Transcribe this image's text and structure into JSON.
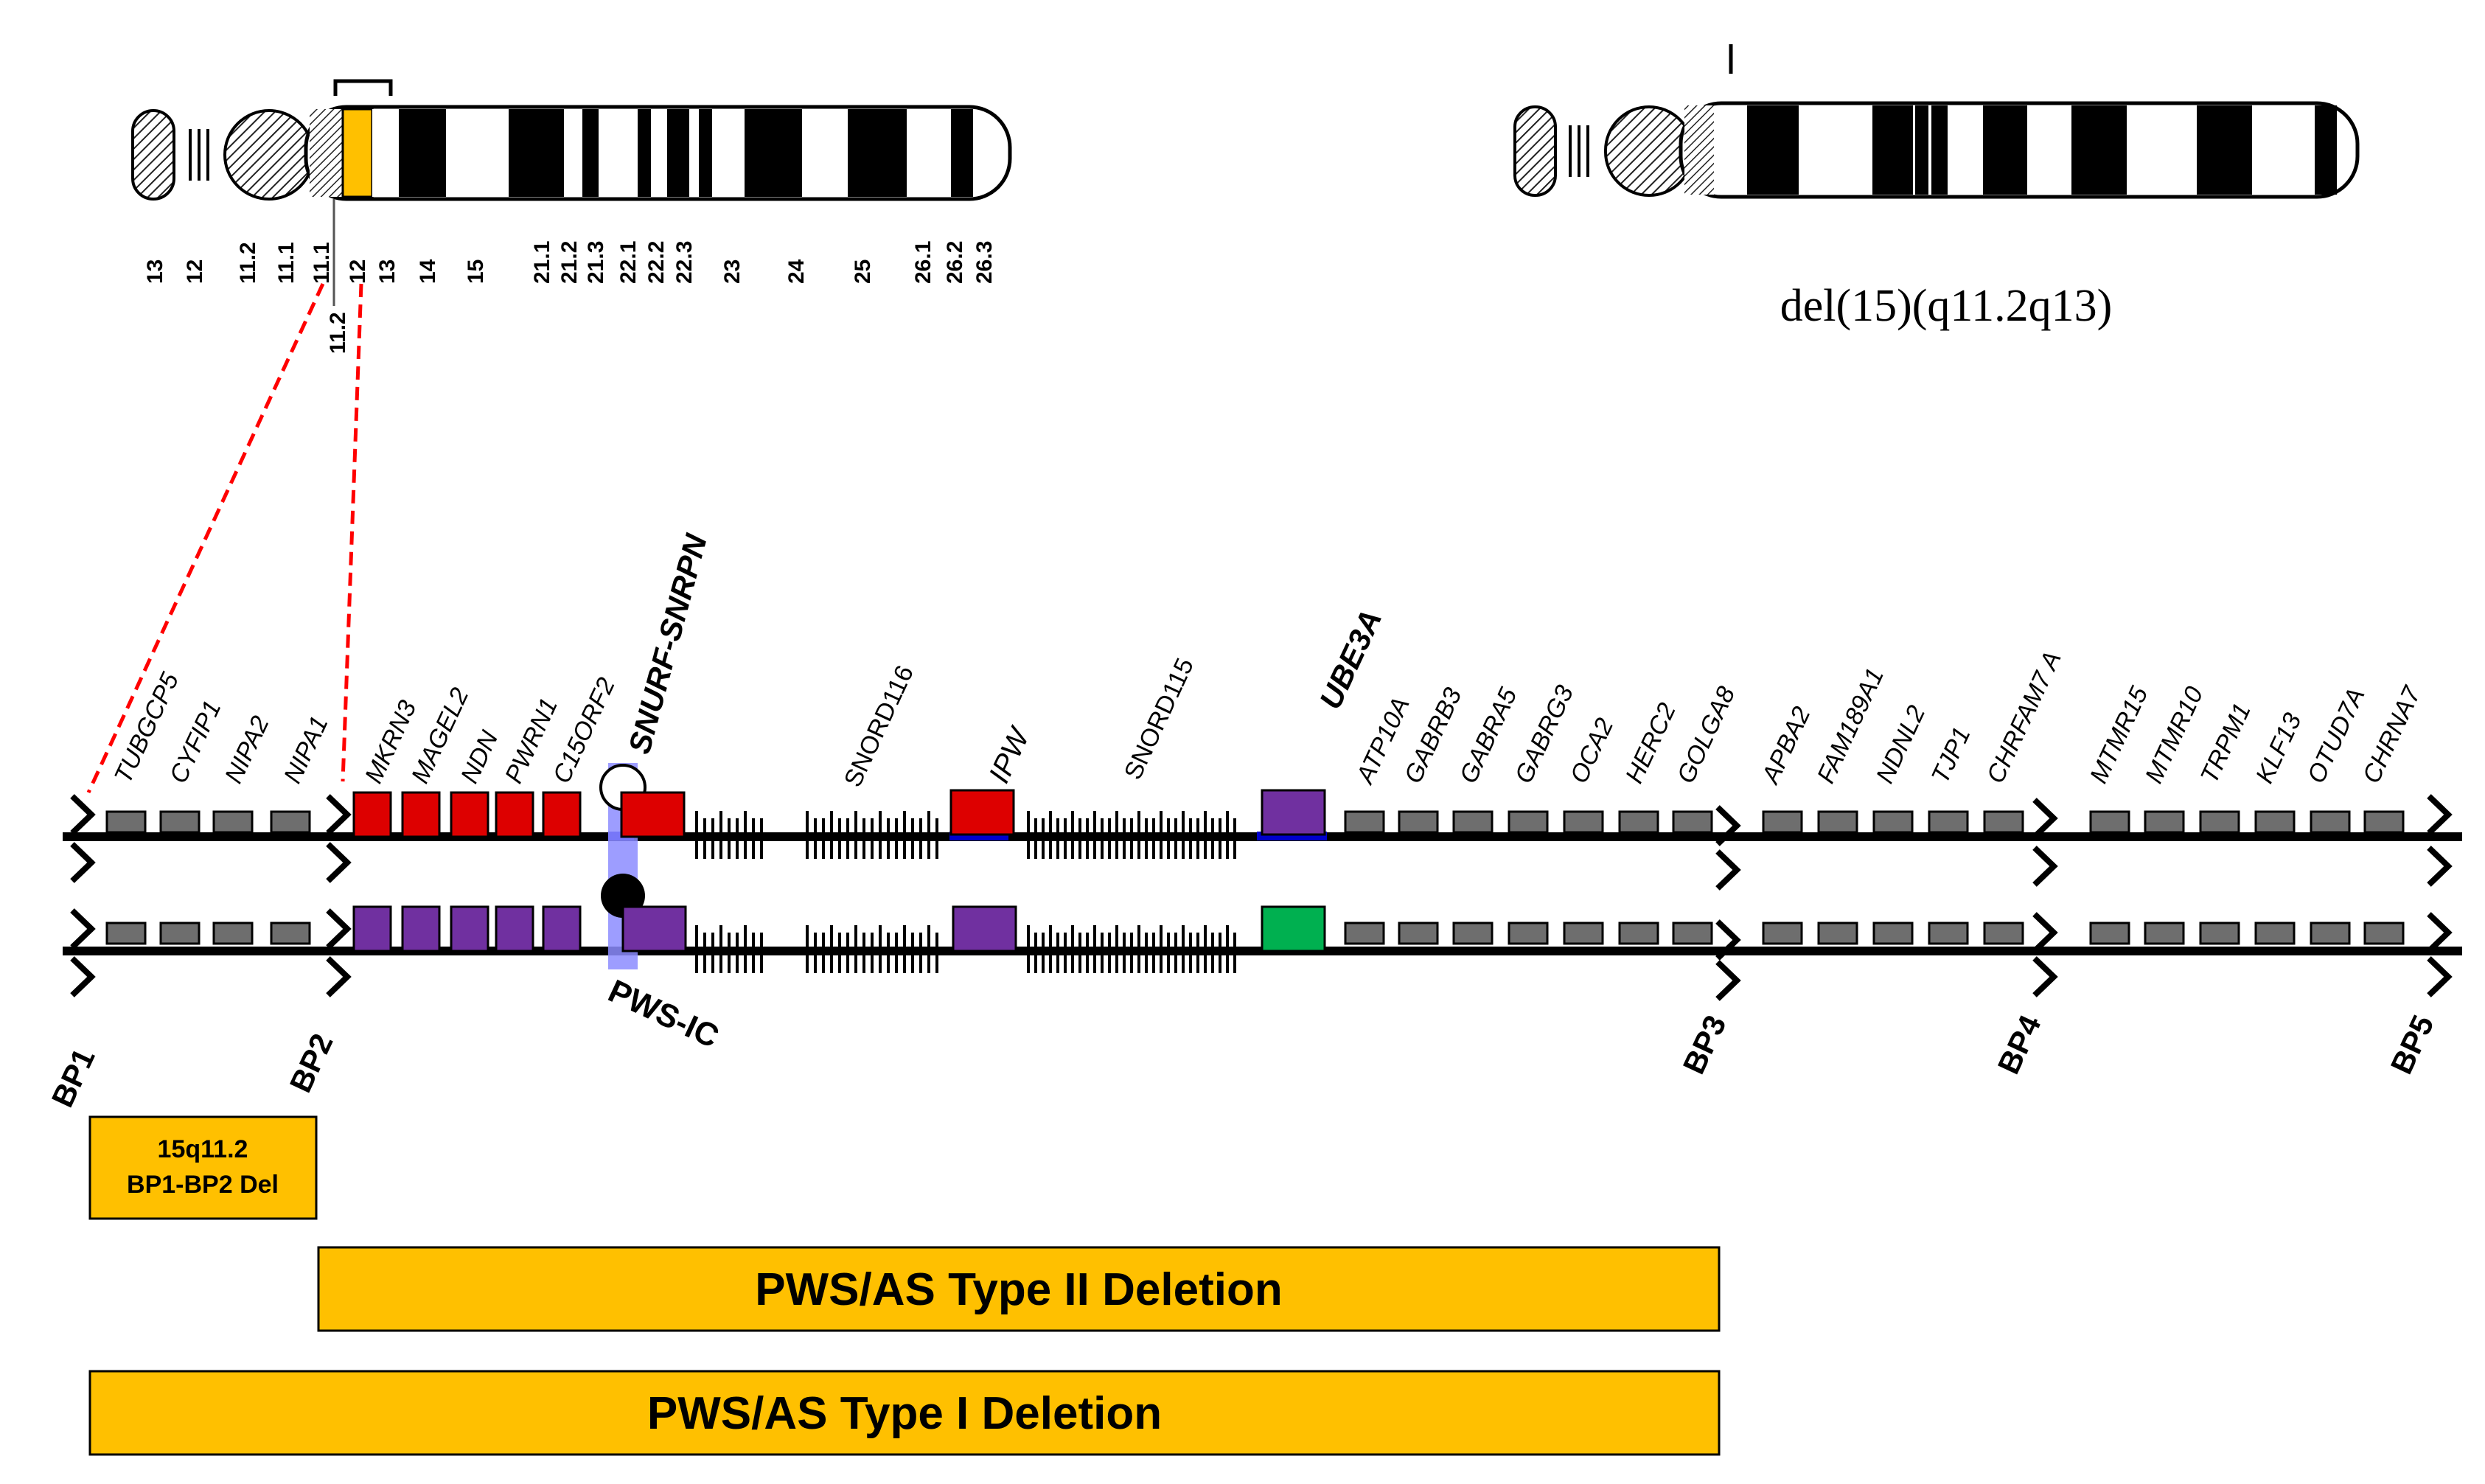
{
  "chromosome_bands": [
    "13",
    "12",
    "11.2",
    "11.1",
    "11.1",
    "11.2",
    "12",
    "13",
    "14",
    "15",
    "21.1",
    "21.2",
    "21.3",
    "22.1",
    "22.2",
    "22.3",
    "23",
    "24",
    "25",
    "26.1",
    "26.2",
    "26.3"
  ],
  "deletion_karyotype": "del(15)(q11.2q13)",
  "top_row_genes": {
    "bp1_bp2": [
      "TUBGCP5",
      "CYFIP1",
      "NIPA2",
      "NIPA1"
    ],
    "imprinted": [
      "MKRN3",
      "MAGEL2",
      "NDN",
      "PWRN1",
      "C15ORF2"
    ],
    "snurf": "SNURF-SNRPN",
    "snord116": "SNORD116",
    "ipw": "IPW",
    "snord115": "SNORD115",
    "ube3a": "UBE3A",
    "bp2_bp3_nonimprinted": [
      "ATP10A",
      "GABRB3",
      "GABRA5",
      "GABRG3",
      "OCA2",
      "HERC2",
      "GOLGA8"
    ],
    "bp3_bp4": [
      "APBA2",
      "FAM189A1",
      "NDNL2",
      "TJP1",
      "CHRFAM7 A"
    ],
    "bp4_bp5": [
      "MTMR15",
      "MTMR10",
      "TRPM1",
      "KLF13",
      "OTUD7A",
      "CHRNA7"
    ]
  },
  "breakpoints": [
    "BP1",
    "BP2",
    "BP3",
    "BP4",
    "BP5"
  ],
  "imprinting_center": "PWS-IC",
  "deletion_boxes": {
    "bp1_bp2_line1": "15q11.2",
    "bp1_bp2_line2": "BP1-BP2 Del",
    "type2": "PWS/AS Type II Deletion",
    "type1": "PWS/AS Type I Deletion"
  },
  "colors": {
    "paternal_expressed": "#dd0000",
    "maternal_silenced": "#7030a0",
    "maternal_expressed": "#00b050",
    "biallelic_gene": "#6e6e6e",
    "deletion_fill": "#ffc000",
    "imprinting_center": "#8c8cff"
  }
}
